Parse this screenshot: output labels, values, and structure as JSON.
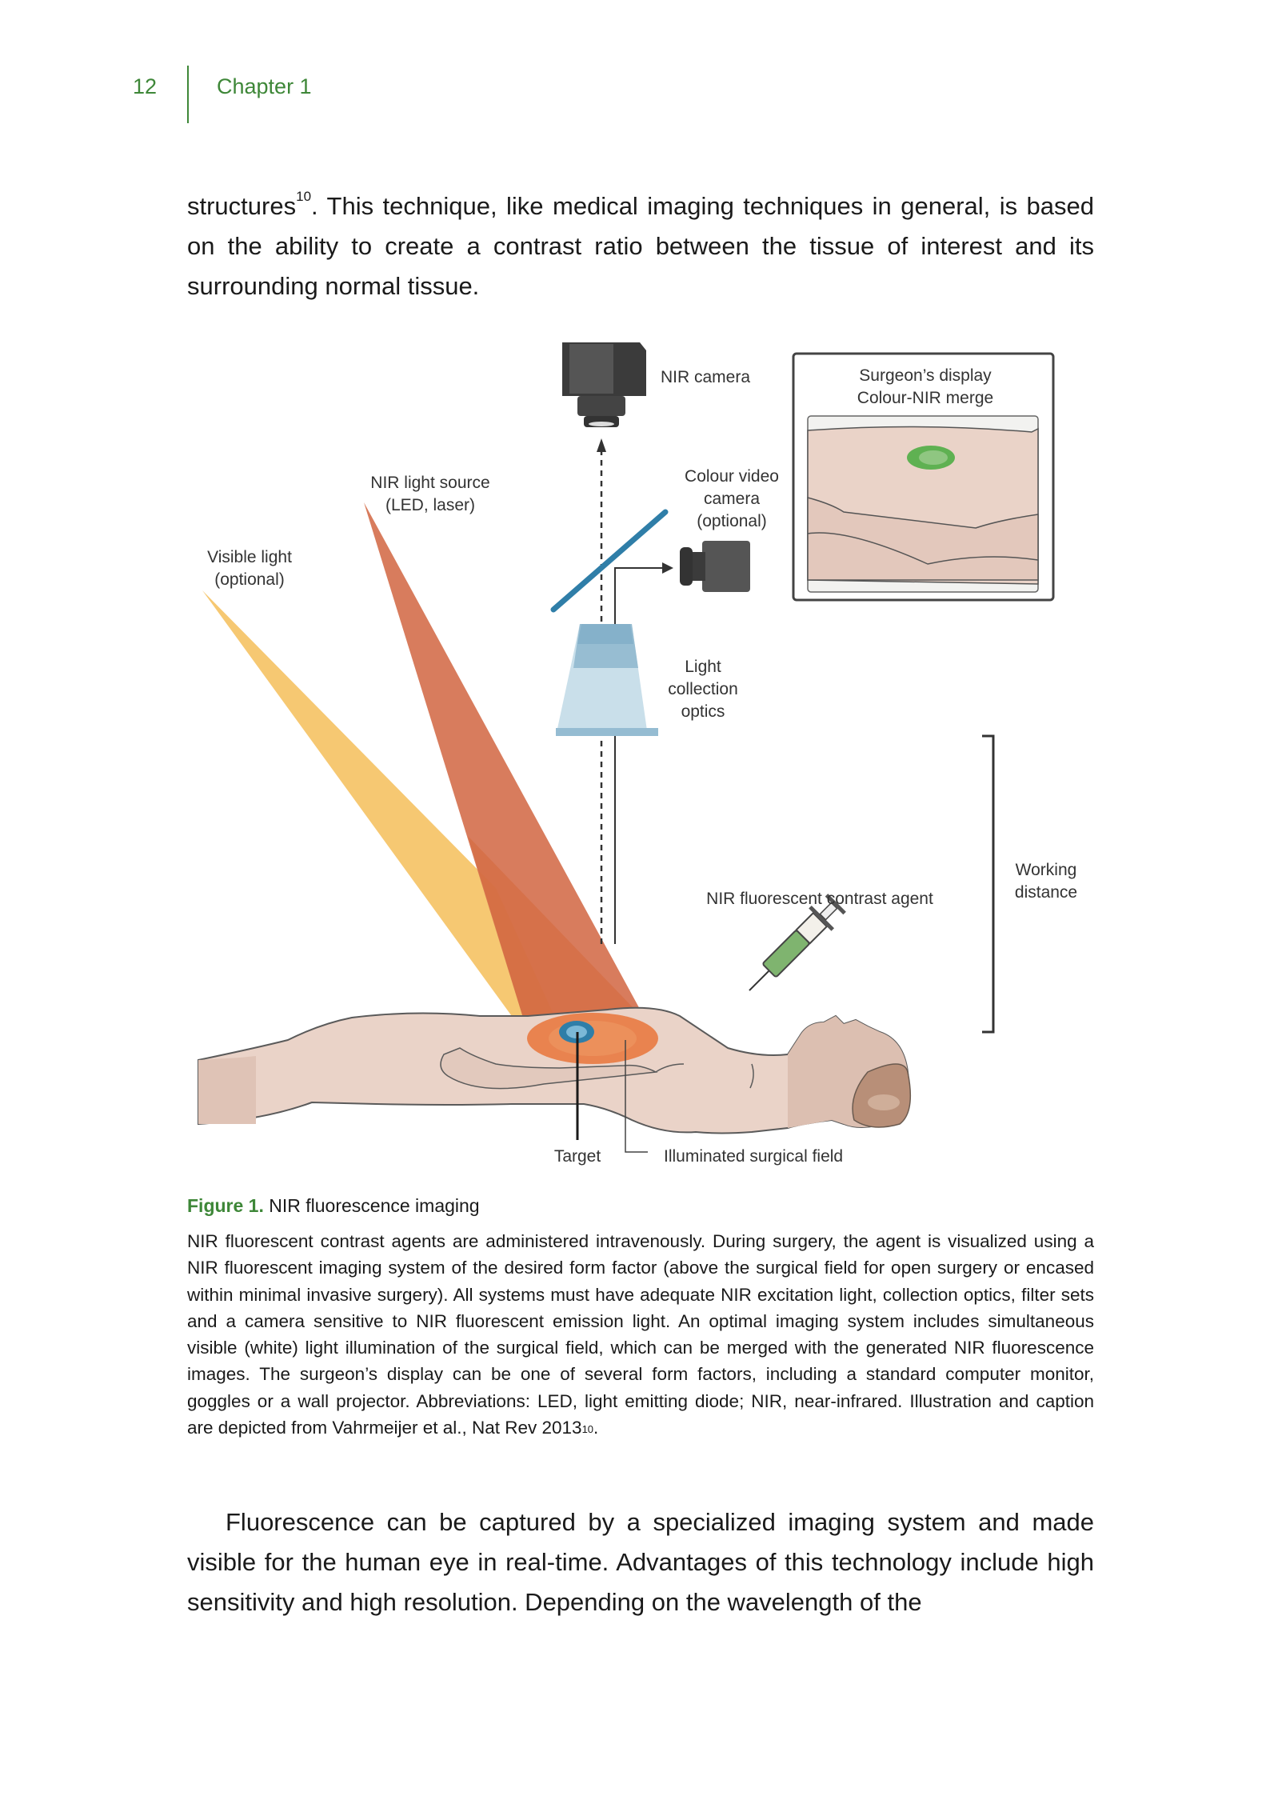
{
  "header": {
    "page_number": "12",
    "chapter": "Chapter 1"
  },
  "paragraph_top": {
    "text_before_ref": "structures",
    "ref": "10",
    "text_after_ref": ". This technique, like medical imaging techniques in general, is based on the ability to create a contrast ratio between the tissue of interest and its surrounding normal tissue."
  },
  "figure": {
    "labels": {
      "nir_camera": "NIR camera",
      "display_line1": "Surgeon’s display",
      "display_line2": "Colour-NIR merge",
      "nir_source_line1": "NIR light source",
      "nir_source_line2": "(LED, laser)",
      "visible_line1": "Visible light",
      "visible_line2": "(optional)",
      "colour_cam_line1": "Colour video",
      "colour_cam_line2": "camera",
      "colour_cam_line3": "(optional)",
      "optics_line1": "Light",
      "optics_line2": "collection",
      "optics_line3": "optics",
      "contrast_agent": "NIR fluorescent contrast agent",
      "working_line1": "Working",
      "working_line2": "distance",
      "target": "Target",
      "surgical_field": "Illuminated surgical field"
    },
    "colors": {
      "visible_light": "#f6c872",
      "nir_light": "#d5714f",
      "mirror": "#2f7ea8",
      "optics": "#a9cadb",
      "skin": "#ead3c8",
      "target": "#4f9bc4",
      "fluorescence": "#5fb152"
    }
  },
  "caption": {
    "label": "Figure 1.",
    "title": " NIR fluorescence imaging",
    "body_before_ref": "NIR fluorescent contrast agents are administered intravenously. During surgery, the agent is visualized using a NIR fluorescent imaging system of the desired form factor (above the surgical field for open surgery or encased within minimal invasive surgery). All systems must have adequate NIR excitation light, collection optics, filter sets and a camera sensitive to NIR fluorescent emission light. An optimal imaging system includes simultaneous visible (white) light illumination of the surgical field, which can be merged with the generated NIR fluorescence images. The surgeon’s display can be one of several form factors, including a standard computer monitor, goggles or a wall projector. Abbreviations: LED, light emitting diode; NIR, near-infrared. Illustration and caption are depicted from Vahrmeijer et al., Nat Rev 2013",
    "ref": "10",
    "body_after_ref": "."
  },
  "paragraph_bottom": {
    "text": "Fluorescence can be captured by a specialized imaging system and made visible for the human eye in real-time. Advantages of this technology include high sensitivity and high resolution. Depending on the wavelength of the"
  }
}
